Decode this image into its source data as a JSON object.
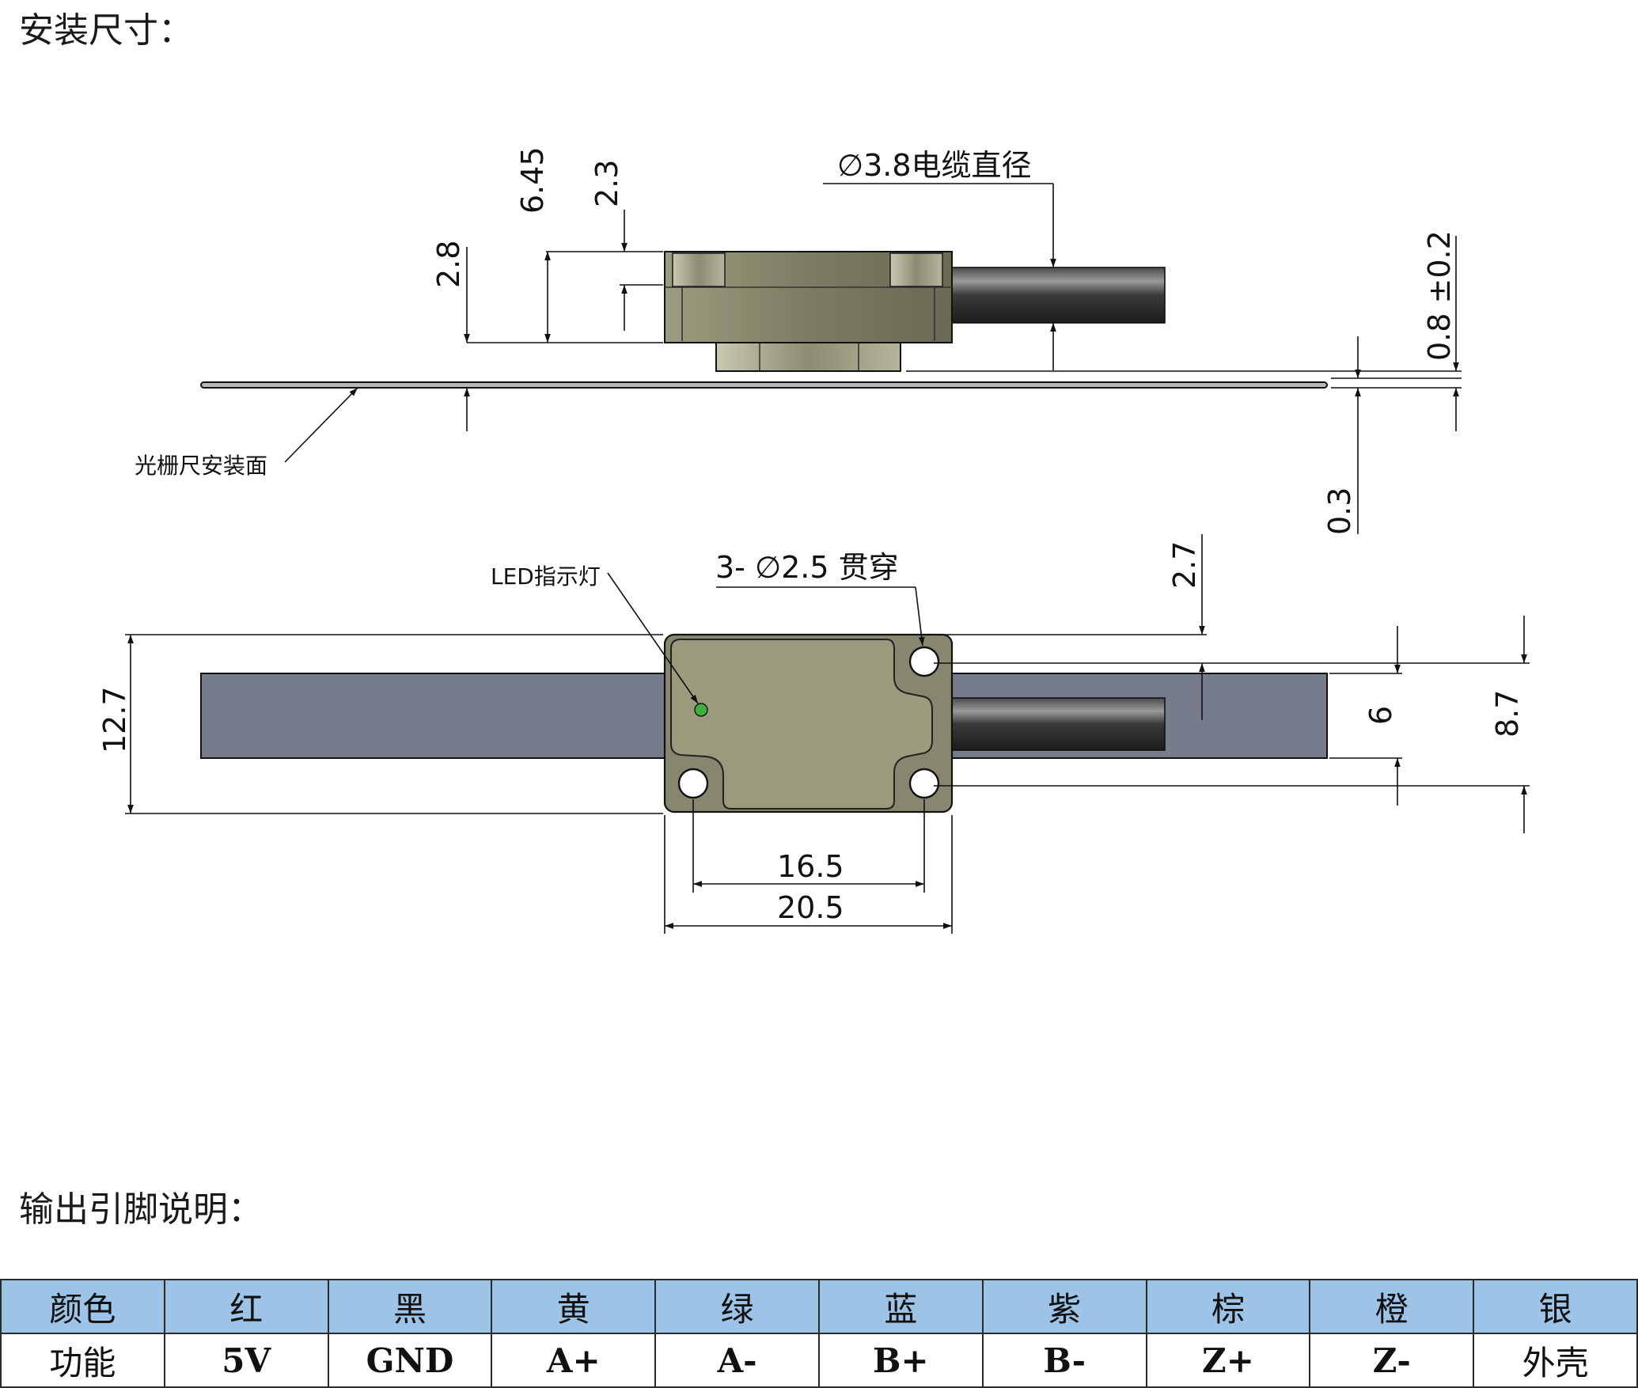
{
  "headings": {
    "install_title": "安装尺寸：",
    "pin_title": "输出引脚说明："
  },
  "side_view": {
    "dim_645": "6.45",
    "dim_23": "2.3",
    "dim_28": "2.8",
    "cable_label": "∅3.8电缆直径",
    "dim_08": "0.8 ±0.2",
    "dim_03": "0.3",
    "scale_surface_label": "光栅尺安装面"
  },
  "top_view": {
    "led_label": "LED指示灯",
    "holes_label": "3- ∅2.5 贯穿",
    "dim_27": "2.7",
    "dim_127": "12.7",
    "dim_6": "6",
    "dim_87": "8.7",
    "dim_165": "16.5",
    "dim_205": "20.5"
  },
  "colors": {
    "body": "#8f8f72",
    "body_dark": "#6f6f58",
    "scale": "#777c8c",
    "cable": "#2e2e2e",
    "led": "#3fae3a",
    "table_header": "#9dc3e6"
  },
  "pin_table": {
    "header": [
      "颜色",
      "红",
      "黑",
      "黄",
      "绿",
      "蓝",
      "紫",
      "棕",
      "橙",
      "银"
    ],
    "function": [
      "功能",
      "5V",
      "GND",
      "A+",
      "A-",
      "B+",
      "B-",
      "Z+",
      "Z-",
      "外壳"
    ]
  }
}
